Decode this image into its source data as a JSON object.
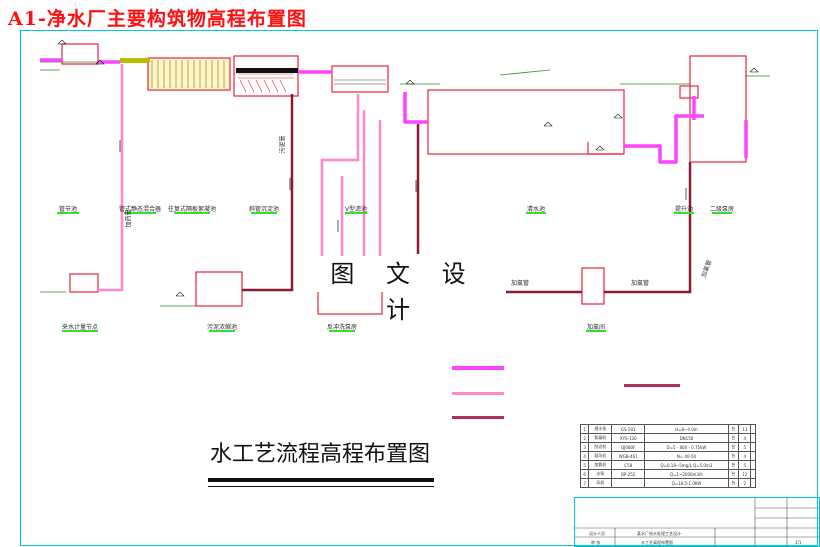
{
  "title": "A1-净水厂主要构筑物高程布置图",
  "subtitle": "水工艺流程高程布置图",
  "watermark": "图 文 设 计",
  "colors": {
    "background": "#ffffff",
    "title": "#ff1010",
    "frame": "#00c8d8",
    "structure": "#e8243c",
    "water_pipe": "#ff44ff",
    "light_pipe": "#ff88cc",
    "sludge_pipe": "#8b1a35",
    "level_mark": "#33dd33"
  },
  "structures": [
    "管节池",
    "管式静态混合器",
    "往复式隔板絮凝池",
    "斜管沉淀池",
    "V型滤池",
    "清水池",
    "提升池",
    "二级泵房",
    "来水计量节点",
    "污泥浓缩池",
    "反冲洗泵房",
    "加氯间"
  ],
  "pipe_labels": [
    "加药管",
    "污泥管",
    "加氯管",
    "加氯管",
    "加氯管"
  ],
  "equipment_table": {
    "rows": [
      [
        "1",
        "潜水泵",
        "GS-501",
        "H=8~4.0m",
        "台",
        "13",
        ""
      ],
      [
        "2",
        "絮凝机",
        "XYS-130",
        "DN150",
        "台",
        "4",
        ""
      ],
      [
        "3",
        "刮泥机",
        "QJ080F",
        "D=5 - 800 - 0.75kW",
        "台",
        "5",
        ""
      ],
      [
        "4",
        "鼓风机",
        "WGB-461",
        "N= 40-50",
        "台",
        "4",
        ""
      ],
      [
        "5",
        "加氯机",
        "C58",
        "Q=0.18~5mg/L Q=5.0m3",
        "台",
        "5",
        ""
      ],
      [
        "6",
        "水泵",
        "BP-252",
        "Q=1~2000m3/h",
        "台",
        "12",
        ""
      ],
      [
        "7",
        "风机",
        "",
        "Q=18.5-1.0KW",
        "台",
        "2",
        ""
      ]
    ]
  },
  "title_block": {
    "row1_left": "设计人员",
    "row1_mid": "某水厂给水处理工艺设计",
    "row2_left": "审 核",
    "row2_mid": "水工艺高程布置图",
    "sheet": "1/1"
  }
}
